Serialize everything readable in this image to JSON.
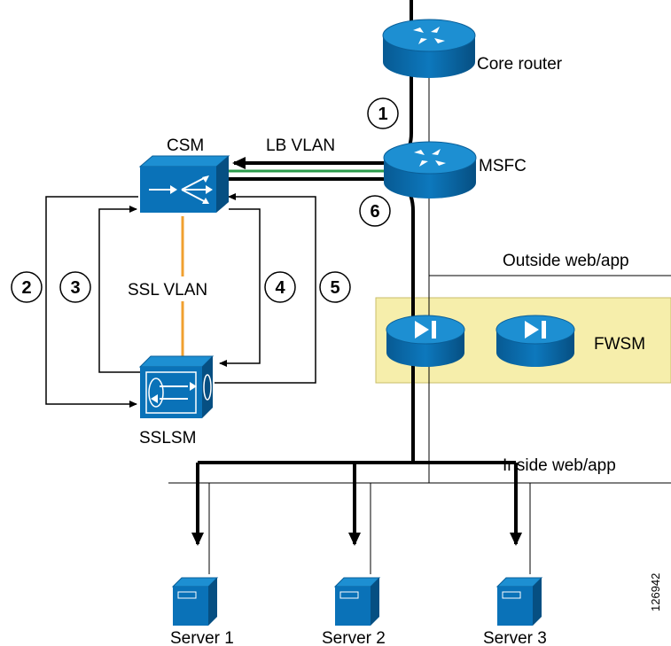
{
  "labels": {
    "core_router": "Core router",
    "msfc": "MSFC",
    "csm": "CSM",
    "lb_vlan": "LB VLAN",
    "ssl_vlan": "SSL VLAN",
    "sslsm": "SSLSM",
    "outside_segment": "Outside web/app",
    "inside_segment": "Inside web/app",
    "fwsm": "FWSM",
    "figure_id": "126942"
  },
  "steps": [
    "1",
    "2",
    "3",
    "4",
    "5",
    "6"
  ],
  "servers": [
    "Server 1",
    "Server 2",
    "Server 3"
  ],
  "colors": {
    "device_fill": "#0a72b8",
    "device_top": "#1d8fd2",
    "fwsm_zone": "#f6eeab",
    "ssl_vlan_line": "#f0a030",
    "lb_vlan_line": "#2a9a4a",
    "flow_line": "#000000"
  },
  "icons": [
    "router-icon",
    "switch-icon",
    "ssl-module-icon",
    "firewall-icon",
    "server-icon"
  ]
}
